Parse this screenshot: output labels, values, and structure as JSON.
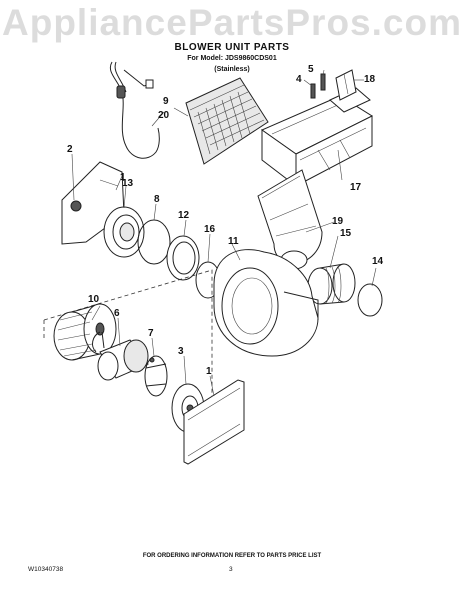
{
  "watermark": "AppliancePartsPros.com",
  "header": {
    "title": "BLOWER UNIT PARTS",
    "model_line": "For Model: JDS9860CDS01",
    "variant": "(Stainless)"
  },
  "callouts": {
    "c1a": "1",
    "c1b": "1",
    "c2": "2",
    "c3": "3",
    "c4": "4",
    "c5": "5",
    "c6": "6",
    "c7": "7",
    "c8": "8",
    "c9": "9",
    "c10": "10",
    "c11": "11",
    "c12": "12",
    "c13": "13",
    "c14": "14",
    "c15": "15",
    "c16": "16",
    "c17": "17",
    "c18": "18",
    "c19": "19",
    "c20": "20"
  },
  "footer": {
    "order_note": "FOR ORDERING INFORMATION REFER TO PARTS PRICE LIST",
    "doc_number": "W10340738",
    "page_number": "3"
  }
}
